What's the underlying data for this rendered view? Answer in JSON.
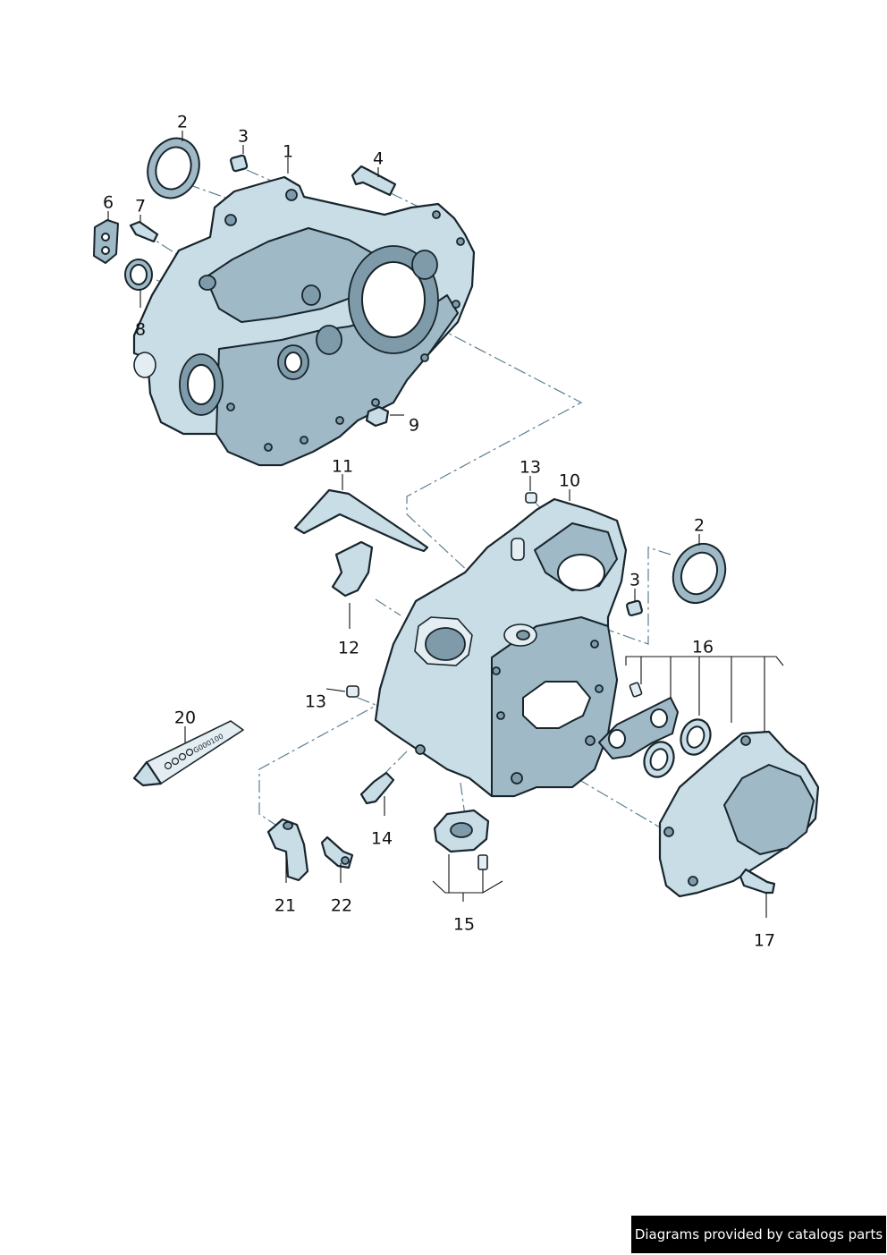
{
  "callouts": [
    {
      "id": "1",
      "label": "1"
    },
    {
      "id": "2a",
      "label": "2"
    },
    {
      "id": "2b",
      "label": "2"
    },
    {
      "id": "3a",
      "label": "3"
    },
    {
      "id": "3b",
      "label": "3"
    },
    {
      "id": "4",
      "label": "4"
    },
    {
      "id": "6",
      "label": "6"
    },
    {
      "id": "7",
      "label": "7"
    },
    {
      "id": "8",
      "label": "8"
    },
    {
      "id": "9",
      "label": "9"
    },
    {
      "id": "10",
      "label": "10"
    },
    {
      "id": "11",
      "label": "11"
    },
    {
      "id": "12",
      "label": "12"
    },
    {
      "id": "13a",
      "label": "13"
    },
    {
      "id": "13b",
      "label": "13"
    },
    {
      "id": "14",
      "label": "14"
    },
    {
      "id": "15",
      "label": "15"
    },
    {
      "id": "16",
      "label": "16"
    },
    {
      "id": "17",
      "label": "17"
    },
    {
      "id": "20",
      "label": "20"
    },
    {
      "id": "21",
      "label": "21"
    },
    {
      "id": "22",
      "label": "22"
    }
  ],
  "tube_print": "G000100",
  "footer": "Diagrams provided by catalogs parts",
  "colors": {
    "part_fill": "#c9dde6",
    "part_shade": "#9fb9c6",
    "outline": "#17252c",
    "centerline": "#5e7f90",
    "footer_bg": "#000000",
    "footer_text": "#ffffff"
  }
}
